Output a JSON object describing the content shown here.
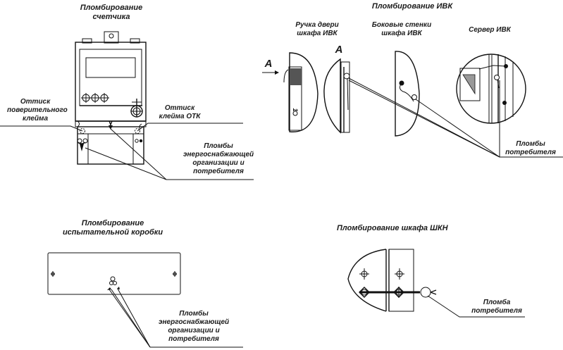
{
  "meter_section": {
    "title_line1": "Пломбирование",
    "title_line2": "счетчика",
    "left_label_line1": "Оттиск",
    "left_label_line2": "поверительного",
    "left_label_line3": "клейма",
    "right_label_line1": "Оттиск",
    "right_label_line2": "клейма ОТК",
    "seals_label_line1": "Пломбы",
    "seals_label_line2": "энергоснабжающей",
    "seals_label_line3": "организации и",
    "seals_label_line4": "потребителя"
  },
  "ivk_section": {
    "title": "Пломбирование ИВК",
    "handle_label_line1": "Ручка двери",
    "handle_label_line2": "шкафа ИВК",
    "walls_label_line1": "Боковые стенки",
    "walls_label_line2": "шкафа ИВК",
    "server_label": "Сервер ИВК",
    "view_marker": "A",
    "view_marker_2": "A",
    "handle_mark": "1",
    "seals_label_line1": "Пломбы",
    "seals_label_line2": "потребителя"
  },
  "test_box_section": {
    "title_line1": "Пломбирование",
    "title_line2": "испытательной коробки",
    "seals_label_line1": "Пломбы",
    "seals_label_line2": "энергоснабжающей",
    "seals_label_line3": "организации и",
    "seals_label_line4": "потребителя"
  },
  "shkn_section": {
    "title": "Пломбирование шкафа ШКН",
    "seal_label_line1": "Пломба",
    "seal_label_line2": "потребителя"
  },
  "colors": {
    "line": "#111111",
    "shading": "#888888",
    "background": "#ffffff"
  }
}
